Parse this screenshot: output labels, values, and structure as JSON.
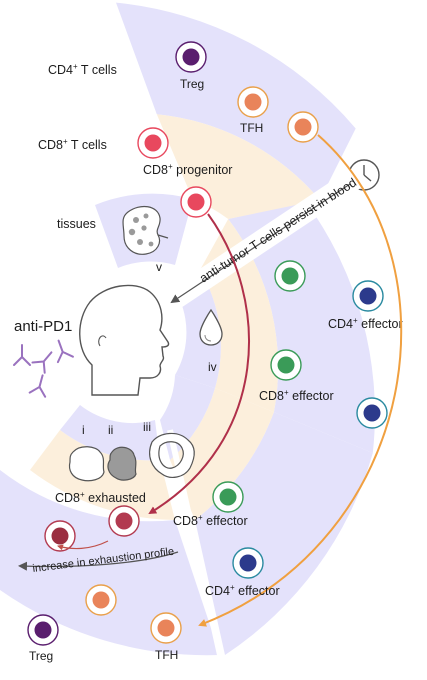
{
  "labels": {
    "cd4_t_cells": {
      "main": "CD4",
      "sup": "+",
      "tail": " T cells"
    },
    "cd8_t_cells": {
      "main": "CD8",
      "sup": "+",
      "tail": " T cells"
    },
    "tissues": "tissues",
    "treg_top": "Treg",
    "tfh_top": "TFH",
    "cd8_progenitor": {
      "main": "CD8",
      "sup": "+",
      "tail": " progenitor"
    },
    "roman_v": "v",
    "roman_iv": "iv",
    "roman_i": "i",
    "roman_ii": "ii",
    "roman_iii": "iii",
    "persist": "anti-tumor T cells persist in blood",
    "anti_pd1": "anti-PD1",
    "cd4_effector_right": {
      "main": "CD4",
      "sup": "+",
      "tail": " effector"
    },
    "cd8_effector_right": {
      "main": "CD8",
      "sup": "+",
      "tail": " effector"
    },
    "cd8_exhausted": {
      "main": "CD8",
      "sup": "+",
      "tail": " exhausted"
    },
    "cd8_effector_bottom": {
      "main": "CD8",
      "sup": "+",
      "tail": " effector"
    },
    "exhaustion_profile": "increase in exhaustion profile",
    "cd4_effector_bottom": {
      "main": "CD4",
      "sup": "+",
      "tail": " effector"
    },
    "treg_bottom": "Treg",
    "tfh_bottom": "TFH"
  },
  "colors": {
    "band_lavender": "#e4e2fb",
    "band_peach": "#fcefdc",
    "treg": "#5a1e6e",
    "tfh": "#e9845a",
    "progenitor": "#e8485e",
    "effector_green": "#3a9b58",
    "effector_blue": "#2c3a8c",
    "exhausted": "#b23a50",
    "arrow_red": "#b0304a",
    "arrow_orange": "#f0a040",
    "antibody": "#9a72bf"
  }
}
